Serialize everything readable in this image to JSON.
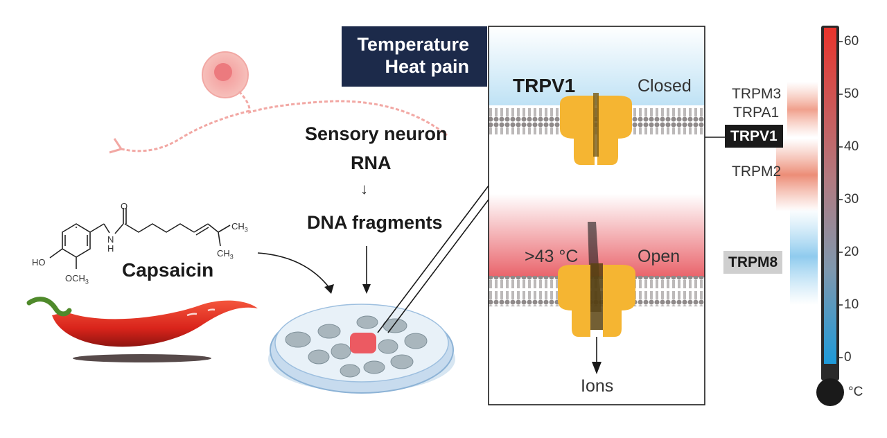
{
  "diagram": {
    "header": {
      "line1": "Temperature",
      "line2": "Heat pain"
    },
    "labels": {
      "sensory_neuron": "Sensory neuron",
      "rna": "RNA",
      "arrow": "↓",
      "dna_fragments": "DNA fragments",
      "capsaicin": "Capsaicin",
      "chem_o": "O",
      "chem_n": "N",
      "chem_h": "H",
      "chem_ho": "HO",
      "chem_och3": "OCH",
      "chem_och3_sub": "3",
      "chem_ch3_top": "CH",
      "chem_ch3_top_sub": "3",
      "chem_ch3_bottom": "CH",
      "chem_ch3_bottom_sub": "3"
    },
    "channel_panel": {
      "channel_name": "TRPV1",
      "closed_label": "Closed",
      "threshold_label": ">43 °C",
      "open_label": "Open",
      "ions_label": "Ions"
    },
    "thermometer": {
      "channels": [
        {
          "name": "TRPM3",
          "style": "plain"
        },
        {
          "name": "TRPA1",
          "style": "plain"
        },
        {
          "name": "TRPV1",
          "style": "highlight-dark"
        },
        {
          "name": "TRPM2",
          "style": "plain"
        },
        {
          "name": "TRPM8",
          "style": "highlight-grey"
        }
      ],
      "ticks": [
        "60",
        "50",
        "40",
        "30",
        "20",
        "10",
        "0"
      ],
      "unit": "°C",
      "range": [
        0,
        60
      ],
      "colors": {
        "hot": "#e8342c",
        "cold": "#1e8fd6",
        "middle": "#9a8a8e"
      }
    }
  }
}
